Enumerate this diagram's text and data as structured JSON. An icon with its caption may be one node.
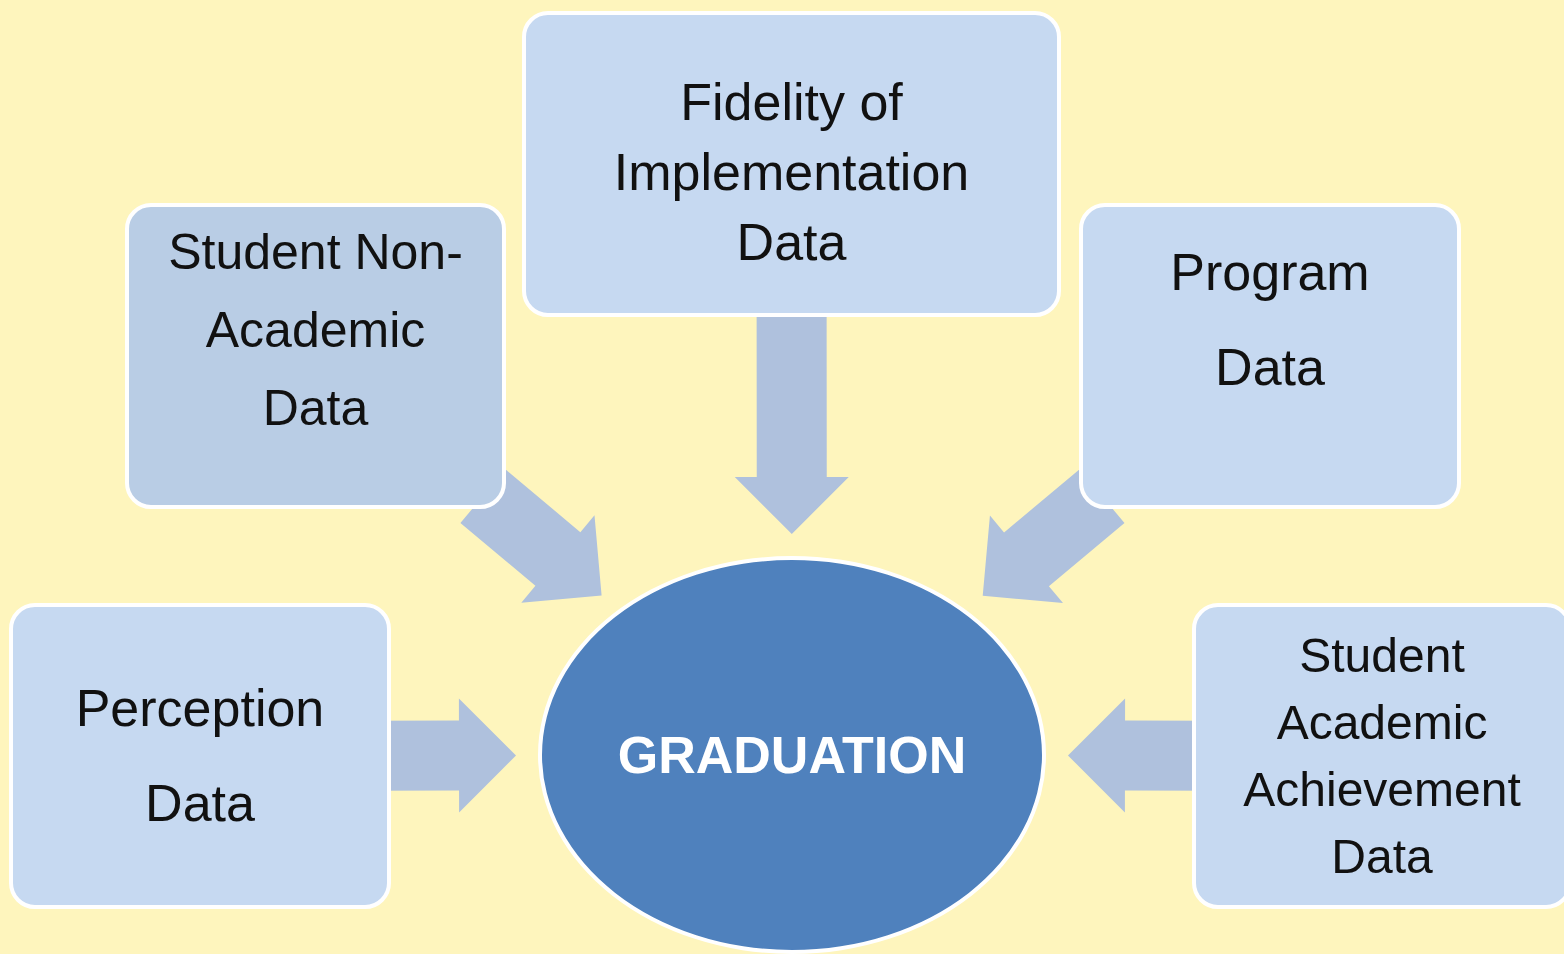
{
  "diagram": {
    "nodes": [
      {
        "text": [
          "Student Non-Academic Data"
        ]
      },
      {
        "text": [
          "Fidelity of Implementation Data"
        ]
      },
      {
        "text": [
          "Program Data"
        ]
      },
      {
        "text": [
          "Perception Data"
        ]
      },
      {
        "text": [
          "GRADUATION"
        ]
      },
      {
        "text": [
          "Student Academic Achievement Data"
        ]
      }
    ],
    "edges": [
      {
        "from": 0,
        "to": 4,
        "arrow": "to"
      },
      {
        "from": 1,
        "to": 4,
        "arrow": "to"
      },
      {
        "from": 2,
        "to": 4,
        "arrow": "to"
      },
      {
        "from": 3,
        "to": 4,
        "arrow": "to"
      },
      {
        "from": 5,
        "to": 4,
        "arrow": "to"
      }
    ]
  }
}
